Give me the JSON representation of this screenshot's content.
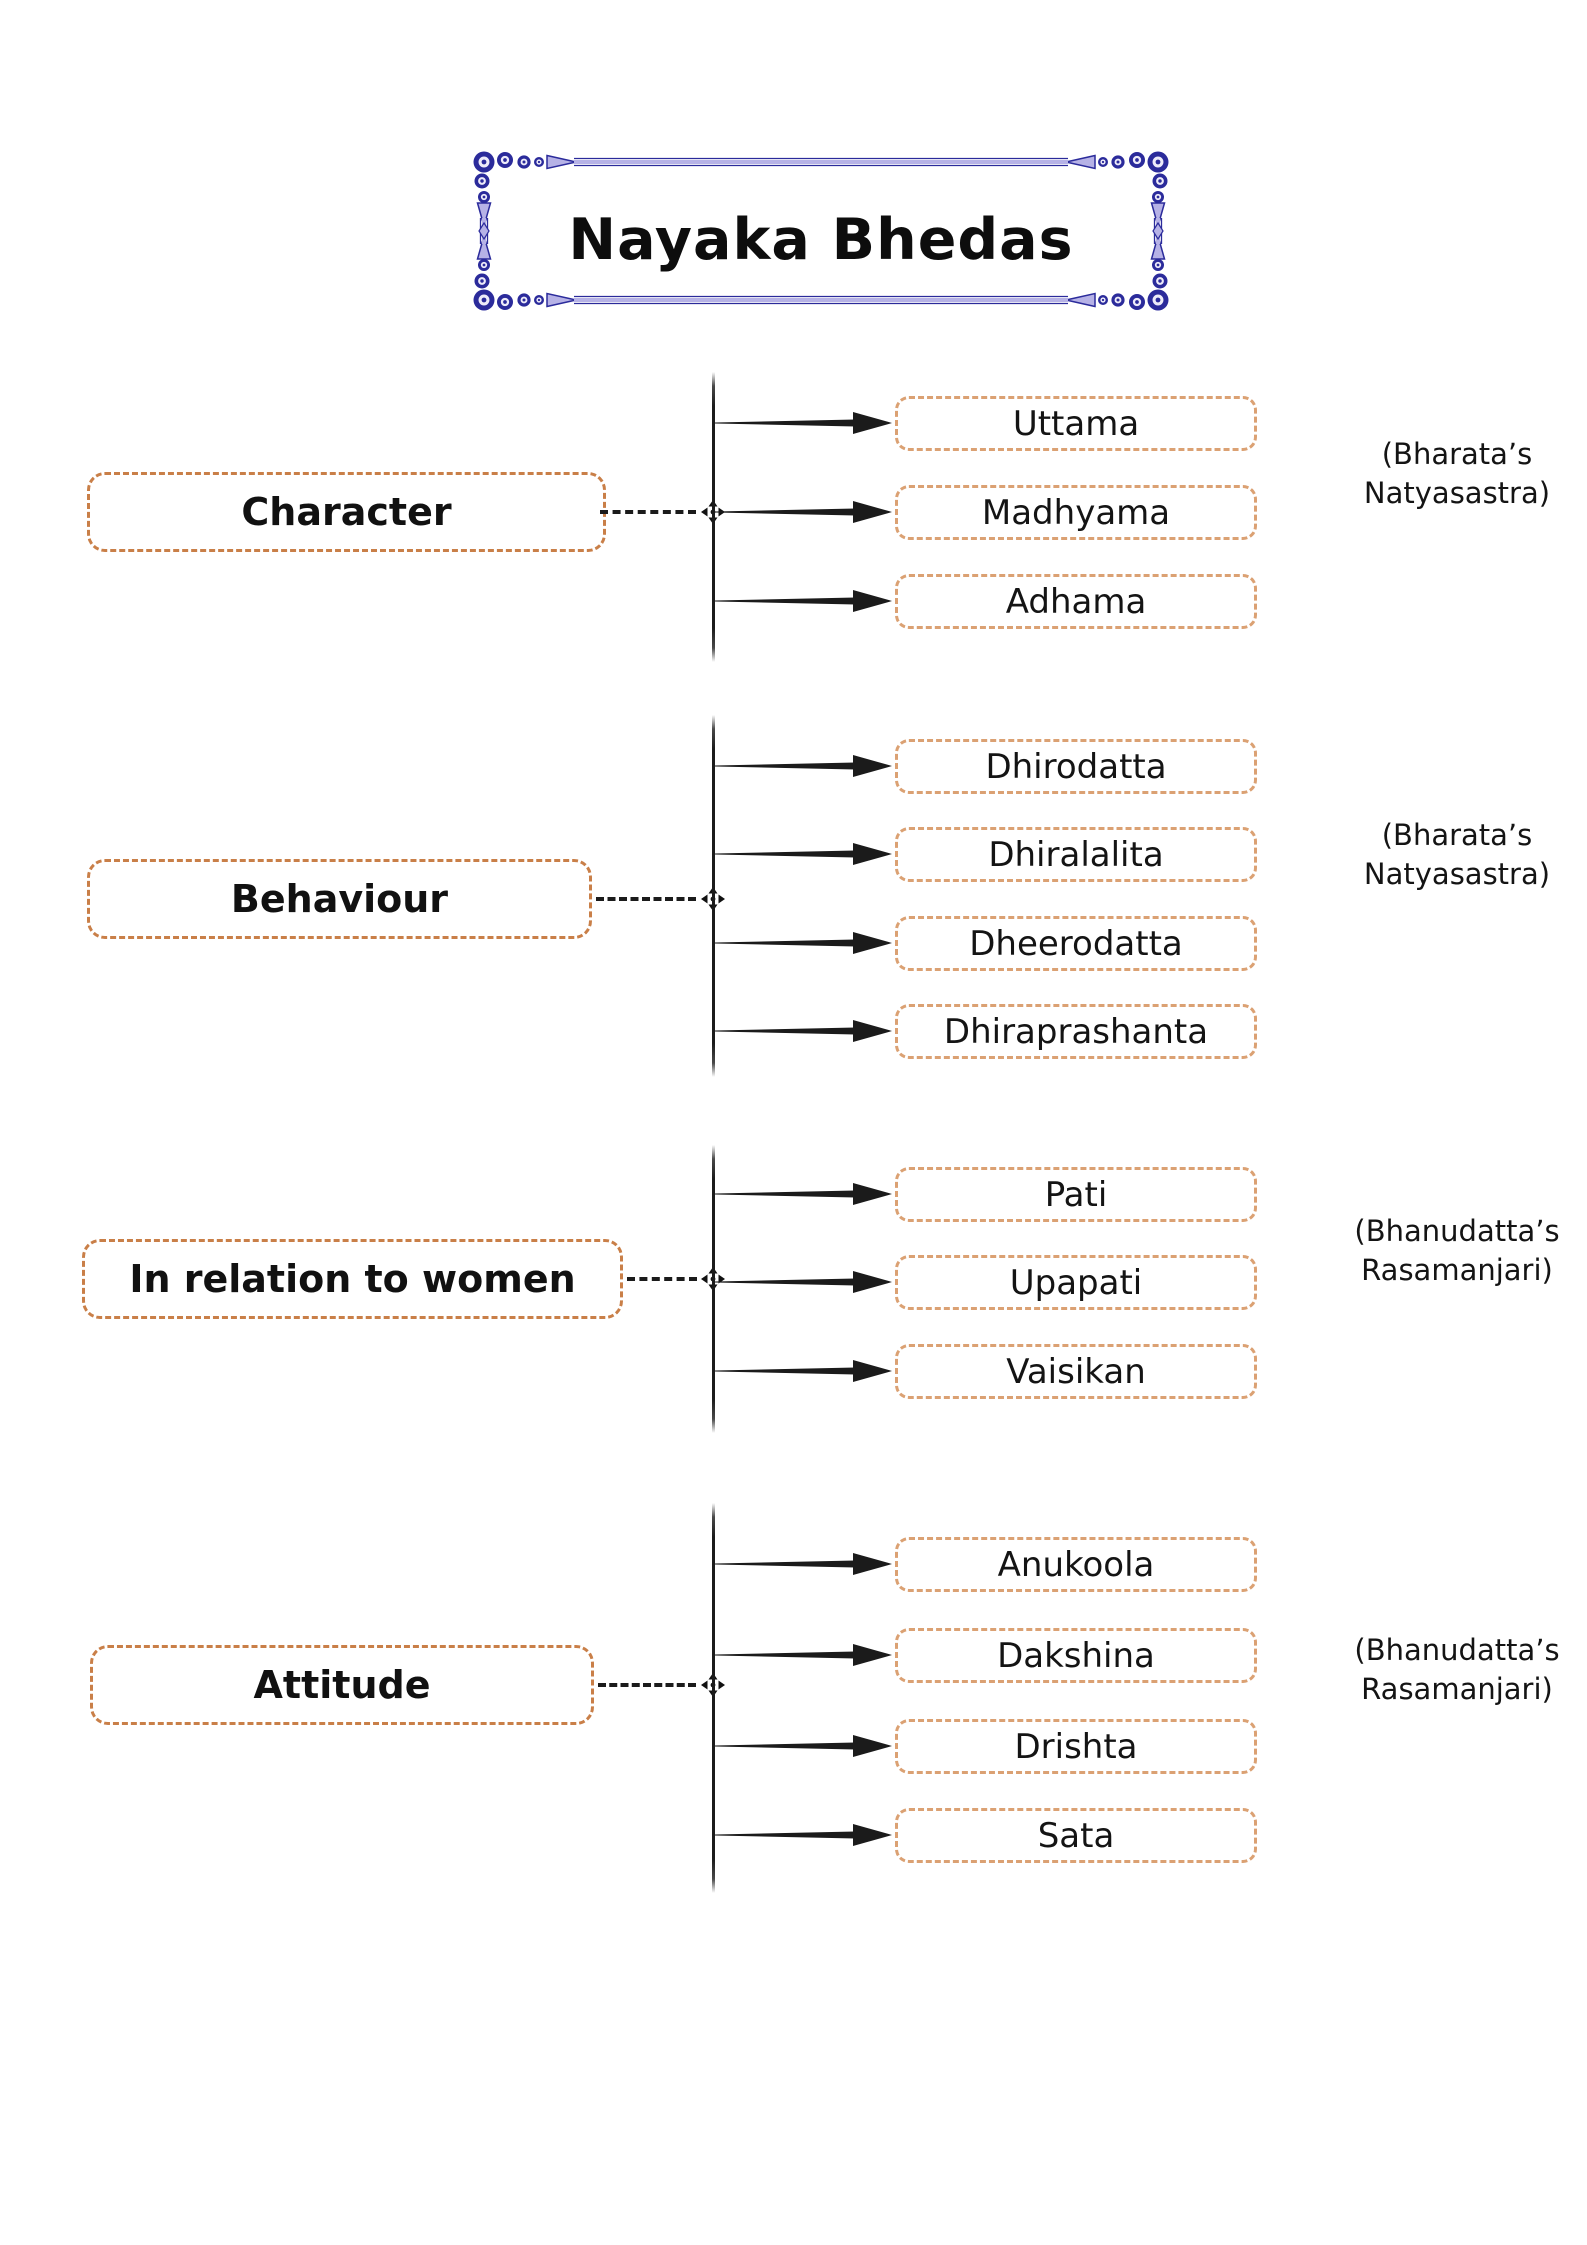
{
  "title": {
    "text": "Nayaka Bhedas"
  },
  "colors": {
    "category_border": "#c97f48",
    "item_border": "#dba173",
    "connector_ink": "#1b1b1b",
    "frame_dark": "#2b2b9b",
    "frame_light": "#b6b2e6"
  },
  "groups": [
    {
      "label": "Character",
      "items": [
        "Uttama",
        "Madhyama",
        "Adhama"
      ],
      "source": "(Bharata’s\nNatyasastra)"
    },
    {
      "label": "Behaviour",
      "items": [
        "Dhirodatta",
        "Dhiralalita",
        "Dheerodatta",
        "Dhiraprashanta"
      ],
      "source": "(Bharata’s\nNatyasastra)"
    },
    {
      "label": "In relation to women",
      "items": [
        "Pati",
        "Upapati",
        "Vaisikan"
      ],
      "source": "(Bhanudatta’s\nRasamanjari)"
    },
    {
      "label": "Attitude",
      "items": [
        "Anukoola",
        "Dakshina",
        "Drishta",
        "Sata"
      ],
      "source": "(Bhanudatta’s\nRasamanjari)"
    }
  ]
}
